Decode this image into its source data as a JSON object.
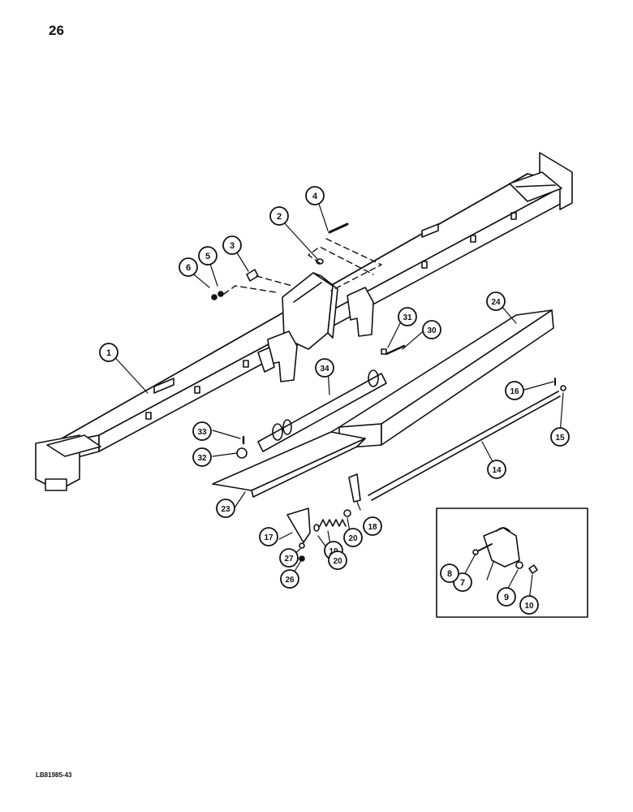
{
  "page_number": "26",
  "figure_code": "LB81985-43",
  "callouts": [
    {
      "id": "c1",
      "label": "1"
    },
    {
      "id": "c2",
      "label": "2"
    },
    {
      "id": "c3",
      "label": "3"
    },
    {
      "id": "c4",
      "label": "4"
    },
    {
      "id": "c5",
      "label": "5"
    },
    {
      "id": "c6",
      "label": "6"
    },
    {
      "id": "c7",
      "label": "7"
    },
    {
      "id": "c8",
      "label": "8"
    },
    {
      "id": "c9",
      "label": "9"
    },
    {
      "id": "c10",
      "label": "10"
    },
    {
      "id": "c14",
      "label": "14"
    },
    {
      "id": "c15",
      "label": "15"
    },
    {
      "id": "c16",
      "label": "16"
    },
    {
      "id": "c17",
      "label": "17"
    },
    {
      "id": "c18",
      "label": "18"
    },
    {
      "id": "c19",
      "label": "19"
    },
    {
      "id": "c20a",
      "label": "20"
    },
    {
      "id": "c20b",
      "label": "20"
    },
    {
      "id": "c23",
      "label": "23"
    },
    {
      "id": "c24",
      "label": "24"
    },
    {
      "id": "c26",
      "label": "26"
    },
    {
      "id": "c27",
      "label": "27"
    },
    {
      "id": "c30",
      "label": "30"
    },
    {
      "id": "c31",
      "label": "31"
    },
    {
      "id": "c32",
      "label": "32"
    },
    {
      "id": "c33",
      "label": "33"
    },
    {
      "id": "c34",
      "label": "34"
    }
  ]
}
